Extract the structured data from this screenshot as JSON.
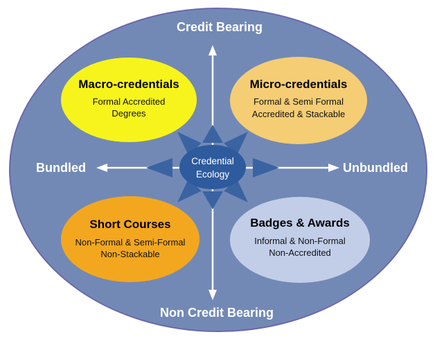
{
  "diagram": {
    "axis_labels": {
      "top": "Credit Bearing",
      "bottom": "Non Credit Bearing",
      "left": "Bundled",
      "right": "Unbundled"
    },
    "center": {
      "line1": "Credential",
      "line2": "Ecology",
      "fill": "#2e5b9d"
    },
    "quadrants": [
      {
        "key": "macro-credentials",
        "title": "Macro-credentials",
        "subtitle_line1": "Formal Accredited",
        "subtitle_line2": "Degrees",
        "fill": "#f7f41c"
      },
      {
        "key": "micro-credentials",
        "title": "Micro-credentials",
        "subtitle_line1": "Formal & Semi Formal",
        "subtitle_line2": "Accredited & Stackable",
        "fill": "#f5cd74"
      },
      {
        "key": "short-courses",
        "title": "Short Courses",
        "subtitle_line1": "Non-Formal & Semi-Formal",
        "subtitle_line2": "Non-Stackable",
        "fill": "#f3a71f"
      },
      {
        "key": "badges-awards",
        "title": "Badges & Awards",
        "subtitle_line1": "Informal & Non-Formal",
        "subtitle_line2": "Non-Accredited",
        "fill": "#c2cee8"
      }
    ],
    "colors": {
      "background": "#ffffff",
      "outer_fill": "#7289b6",
      "outer_border": "#6b68ac",
      "hub_triangles": "#3a64a1",
      "axis_arrows": "#ffffff",
      "axis_text": "#ffffff"
    }
  }
}
